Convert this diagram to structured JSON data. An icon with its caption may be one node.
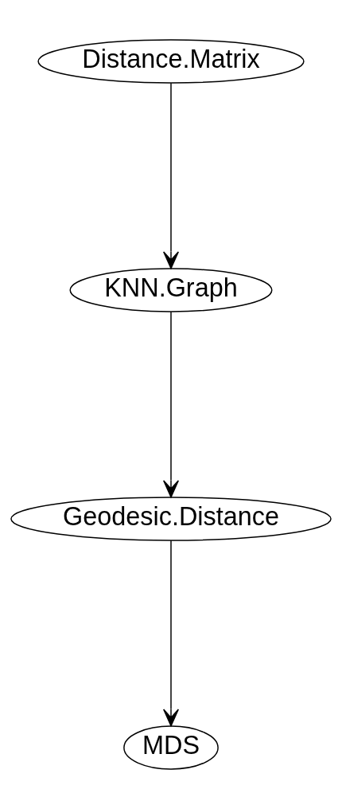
{
  "diagram": {
    "nodes": [
      {
        "text": [
          "Distance.Matrix"
        ]
      },
      {
        "text": [
          "KNN.Graph"
        ]
      },
      {
        "text": [
          "Geodesic.Distance"
        ]
      },
      {
        "text": [
          "MDS"
        ]
      }
    ],
    "edges": [
      {
        "from": 0,
        "to": 1,
        "arrow": "to"
      },
      {
        "from": 1,
        "to": 2,
        "arrow": "to"
      },
      {
        "from": 2,
        "to": 3,
        "arrow": "to"
      }
    ]
  }
}
